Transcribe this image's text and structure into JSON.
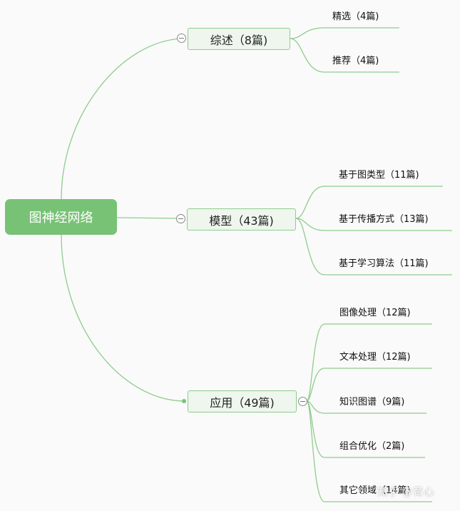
{
  "root": {
    "label": "图神经网络"
  },
  "branches": [
    {
      "label": "综述（8篇)",
      "children": [
        "精选（4篇)",
        "推荐（4篇)"
      ]
    },
    {
      "label": "模型（43篇)",
      "children": [
        "基于图类型（11篇)",
        "基于传播方式（13篇)",
        "基于学习算法（11篇)"
      ]
    },
    {
      "label": "应用（49篇)",
      "children": [
        "图像处理（12篇)",
        "文本处理（12篇)",
        "知识图谱（9篇)",
        "组合优化（2篇)",
        "其它领域（14篇)"
      ]
    }
  ],
  "watermark": "知乎 @育心",
  "colors": {
    "root_fill": "#78c276",
    "branch_fill": "#eef6ed",
    "branch_border": "#8fcc8d",
    "connector": "#8fcc8d"
  }
}
